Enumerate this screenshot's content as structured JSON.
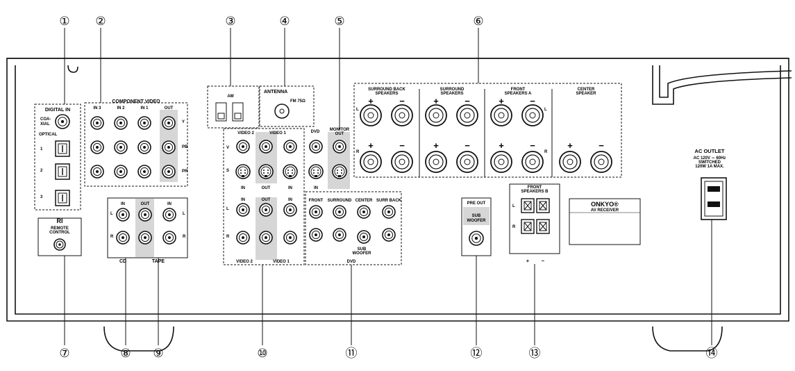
{
  "callouts": [
    "①",
    "②",
    "③",
    "④",
    "⑤",
    "⑥",
    "⑦",
    "⑧",
    "⑨",
    "⑩",
    "⑪",
    "⑫",
    "⑬",
    "⑭"
  ],
  "digital_in": {
    "title": "DIGITAL IN",
    "coaxial": "COA-\nXIAL",
    "coaxial_l1": "COA-",
    "coaxial_l2": "XIAL",
    "optical": "OPTICAL",
    "opt1": "1",
    "opt2": "2",
    "opt3": "3"
  },
  "component_video": {
    "title": "COMPONENT VIDEO",
    "in3": "IN 3",
    "in2": "IN 2",
    "in1": "IN 1",
    "out": "OUT",
    "y": "Y",
    "pb": "PB",
    "pr": "PR"
  },
  "ri": {
    "logo": "RI",
    "label_l1": "REMOTE",
    "label_l2": "CONTROL"
  },
  "cd_tape": {
    "in": "IN",
    "out": "OUT",
    "in2": "IN",
    "l": "L",
    "r": "R",
    "l2": "L",
    "r2": "R",
    "cd": "CD",
    "tape": "TAPE"
  },
  "antenna": {
    "am": "AM",
    "title": "ANTENNA",
    "fm": "FM 75Ω"
  },
  "video": {
    "video2": "VIDEO 2",
    "video1": "VIDEO 1",
    "dvd": "DVD",
    "monitor_l1": "MONITOR",
    "monitor_l2": "OUT",
    "v": "V",
    "s": "S",
    "l": "L",
    "r": "R",
    "in": "IN",
    "out": "OUT",
    "bottom_video2": "VIDEO 2",
    "bottom_video1": "VIDEO 1"
  },
  "dvd_audio": {
    "front": "FRONT",
    "surround": "SURROUND",
    "center": "CENTER",
    "surr_back": "SURR BACK",
    "sub_l1": "SUB",
    "sub_l2": "WOOFER",
    "dvd": "DVD"
  },
  "speakers": {
    "surround_back_l1": "SURROUND BACK",
    "surround_back_l2": "SPEAKERS",
    "surround_l1": "SURROUND",
    "surround_l2": "SPEAKERS",
    "front_a_l1": "FRONT",
    "front_a_l2": "SPEAKERS A",
    "center_l1": "CENTER",
    "center_l2": "SPEAKER",
    "plus": "+",
    "minus": "−",
    "l": "L",
    "r": "R"
  },
  "pre_out": {
    "title": "PRE OUT",
    "sub_l1": "SUB",
    "sub_l2": "WOOFER"
  },
  "front_b": {
    "l1": "FRONT",
    "l2": "SPEAKERS B",
    "l": "L",
    "r": "R",
    "plus": "+",
    "minus": "−"
  },
  "brand": {
    "logo": "ONKYO®",
    "model": "AV RECEIVER"
  },
  "ac_outlet": {
    "title": "AC OUTLET",
    "spec_l1": "AC 120V ∼  60Hz",
    "spec_l2": "SWITCHED",
    "spec_l3": "120W  1A  MAX."
  }
}
